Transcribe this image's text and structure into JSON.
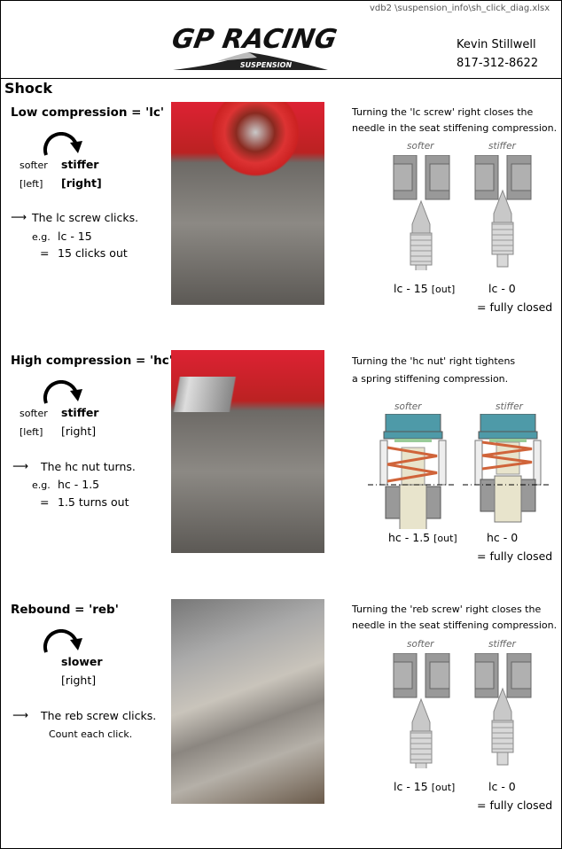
{
  "header": {
    "file_path": "vdb2 \\suspension_info\\sh_click_diag.xlsx",
    "logo_text": "GP RACING",
    "logo_subtext": "SUSPENSION",
    "contact_name": "Kevin Stillwell",
    "contact_phone": "817-312-8622"
  },
  "page_title": "Shock",
  "sections": [
    {
      "title": "Low compression = 'lc'",
      "left_label": "softer",
      "right_label": "stiffer",
      "left_bracket": "[left]",
      "right_bracket": "[right]",
      "note": "The lc screw clicks.",
      "eg": "e.g.",
      "example": "lc - 15",
      "equals": "=",
      "example_result": "15 clicks out",
      "desc_1": "Turning the 'lc screw' right closes the",
      "desc_2": "needle in the seat stiffening compression.",
      "diag_softer": "softer",
      "diag_stiffer": "stiffer",
      "setting_open": "lc - 15",
      "setting_open_suffix": "[out]",
      "setting_closed": "lc - 0",
      "closed_note": "= fully closed"
    },
    {
      "title": "High compression = 'hc'",
      "left_label": "softer",
      "right_label": "stiffer",
      "left_bracket": "[left]",
      "right_bracket": "[right]",
      "note": "The hc nut turns.",
      "eg": "e.g.",
      "example": "hc - 1.5",
      "equals": "=",
      "example_result": "1.5 turns out",
      "desc_1": "Turning the 'hc nut' right tightens",
      "desc_2": "a spring stiffening compression.",
      "diag_softer": "softer",
      "diag_stiffer": "stiffer",
      "setting_open": "hc - 1.5",
      "setting_open_suffix": "[out]",
      "setting_closed": "hc - 0",
      "closed_note": "= fully closed"
    },
    {
      "title": "Rebound = 'reb'",
      "right_label": "slower",
      "right_bracket": "[right]",
      "note": "The reb screw clicks.",
      "example_result": "Count each click.",
      "desc_1": "Turning the 'reb screw' right closes the",
      "desc_2": "needle in the seat stiffening compression.",
      "diag_softer": "softer",
      "diag_stiffer": "stiffer",
      "setting_open": "lc - 15",
      "setting_open_suffix": "[out]",
      "setting_closed": "lc - 0",
      "closed_note": "= fully closed"
    }
  ],
  "colors": {
    "spring_cap": "#4e9aa8",
    "spring": "#d0643a",
    "needle": "#c8c8c8",
    "seat": "#999999"
  }
}
